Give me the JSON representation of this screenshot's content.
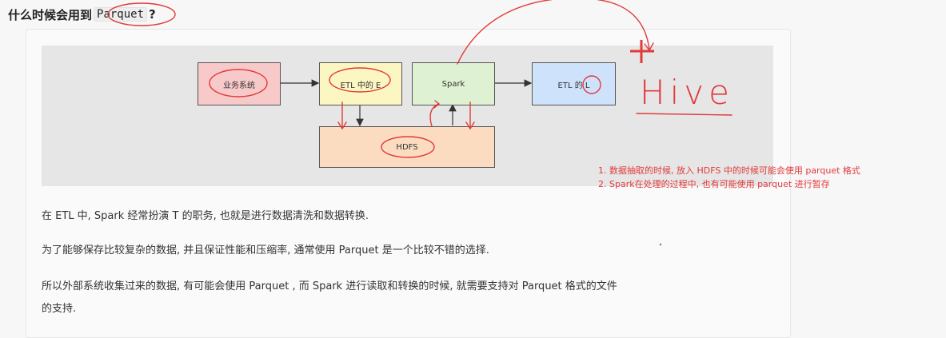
{
  "heading": {
    "prefix": "什么时候会用到",
    "code": "Parquet",
    "suffix": "?"
  },
  "diagram": {
    "box_business": "业务系统",
    "box_etl_e": "ETL 中的 E",
    "box_spark": "Spark",
    "box_etl_l": "ETL 的 L",
    "box_hdfs": "HDFS"
  },
  "annotations": {
    "hive_text": "Hive",
    "note1": "1. 数据抽取的时候, 放入 HDFS 中的时候可能会使用 parquet 格式",
    "note2": "2. Spark在处理的过程中, 也有可能使用 parquet 进行暂存"
  },
  "paragraphs": {
    "p1": "在 ETL 中, Spark 经常扮演 T 的职务, 也就是进行数据清洗和数据转换.",
    "p2": "为了能够保存比较复杂的数据, 并且保证性能和压缩率, 通常使用 Parquet 是一个比较不错的选择.",
    "p3": "所以外部系统收集过来的数据, 有可能会使用 Parquet , 而 Spark 进行读取和转换的时候, 就需要支持对 Parquet 格式的文件",
    "p4": "的支持."
  },
  "colors": {
    "annotation_red": "#e23a3a",
    "box_business": "#f8c9c9",
    "box_etl_e": "#fbf6c2",
    "box_spark": "#dff1d3",
    "box_etl_l": "#cfe2fb",
    "box_hdfs": "#fbdcc0"
  }
}
